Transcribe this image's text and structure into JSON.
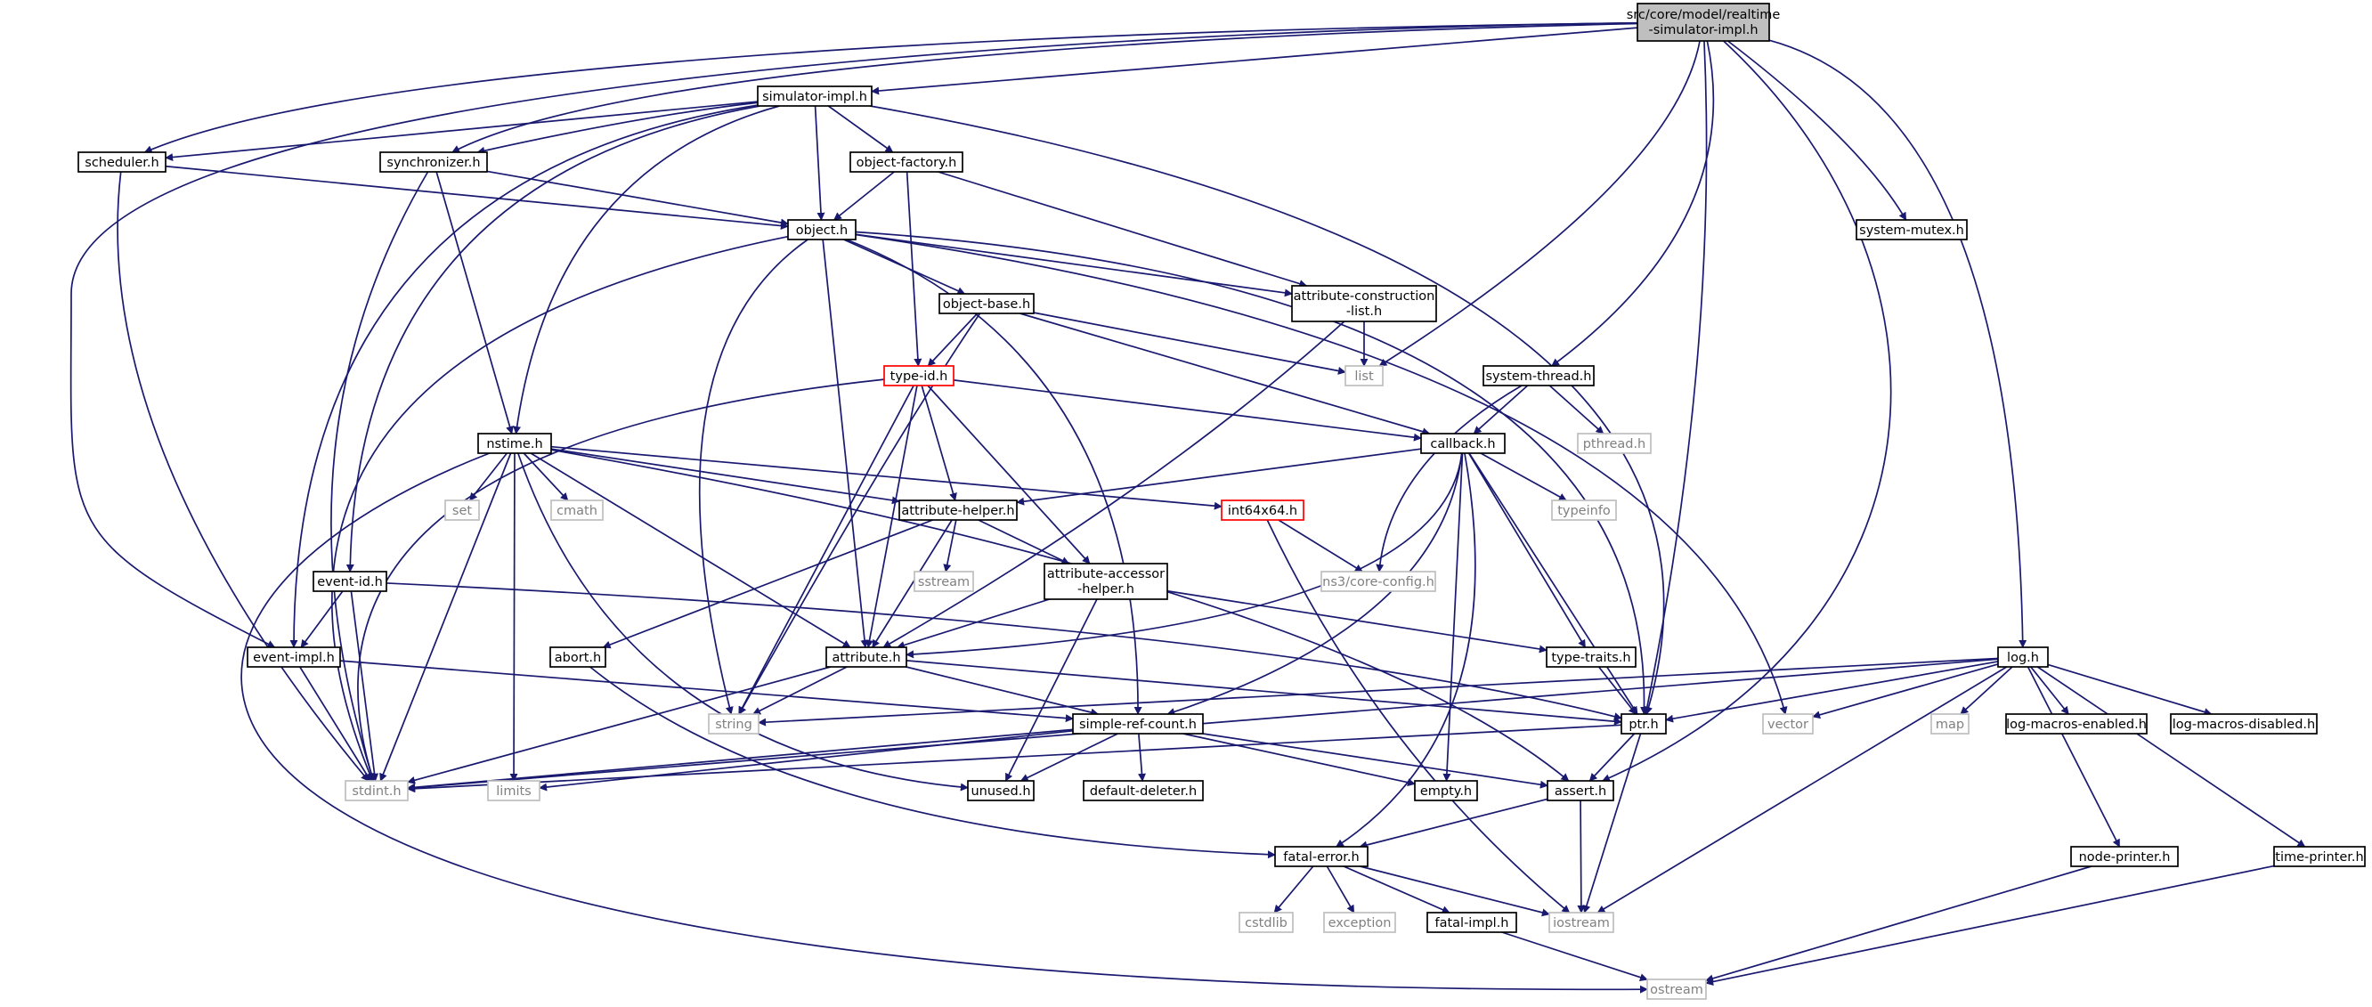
{
  "colors": {
    "edge": "#191970",
    "root_fill": "#bfbfbf",
    "system_border": "#bfbfbf",
    "system_text": "#808080",
    "incomplete_border": "#ff0000"
  },
  "nodes": {
    "root": {
      "line1": "src/core/model/realtime",
      "line2": "-simulator-impl.h"
    },
    "simulator_impl": "simulator-impl.h",
    "scheduler": "scheduler.h",
    "synchronizer": "synchronizer.h",
    "object_factory": "object-factory.h",
    "object": "object.h",
    "system_mutex": "system-mutex.h",
    "object_base": "object-base.h",
    "attr_construction": {
      "line1": "attribute-construction",
      "line2": "-list.h"
    },
    "list": "list",
    "system_thread": "system-thread.h",
    "type_id": "type-id.h",
    "pthread": "pthread.h",
    "nstime": "nstime.h",
    "callback": "callback.h",
    "set": "set",
    "cmath": "cmath",
    "int64x64": "int64x64.h",
    "typeinfo": "typeinfo",
    "attribute_helper": "attribute-helper.h",
    "sstream": "sstream",
    "ns3_config": "ns3/core-config.h",
    "event_id": "event-id.h",
    "attr_accessor": {
      "line1": "attribute-accessor",
      "line2": "-helper.h"
    },
    "abort": "abort.h",
    "event_impl": "event-impl.h",
    "attribute": "attribute.h",
    "type_traits": "type-traits.h",
    "log": "log.h",
    "string": "string",
    "simple_ref_count": "simple-ref-count.h",
    "ptr": "ptr.h",
    "vector": "vector",
    "map": "map",
    "log_enabled": "log-macros-enabled.h",
    "log_disabled": "log-macros-disabled.h",
    "stdint": "stdint.h",
    "limits": "limits",
    "unused": "unused.h",
    "default_deleter": "default-deleter.h",
    "empty": "empty.h",
    "assert": "assert.h",
    "node_printer": "node-printer.h",
    "time_printer": "time-printer.h",
    "fatal_error": "fatal-error.h",
    "cstdlib": "cstdlib",
    "exception": "exception",
    "fatal_impl": "fatal-impl.h",
    "iostream": "iostream",
    "ostream": "ostream"
  }
}
